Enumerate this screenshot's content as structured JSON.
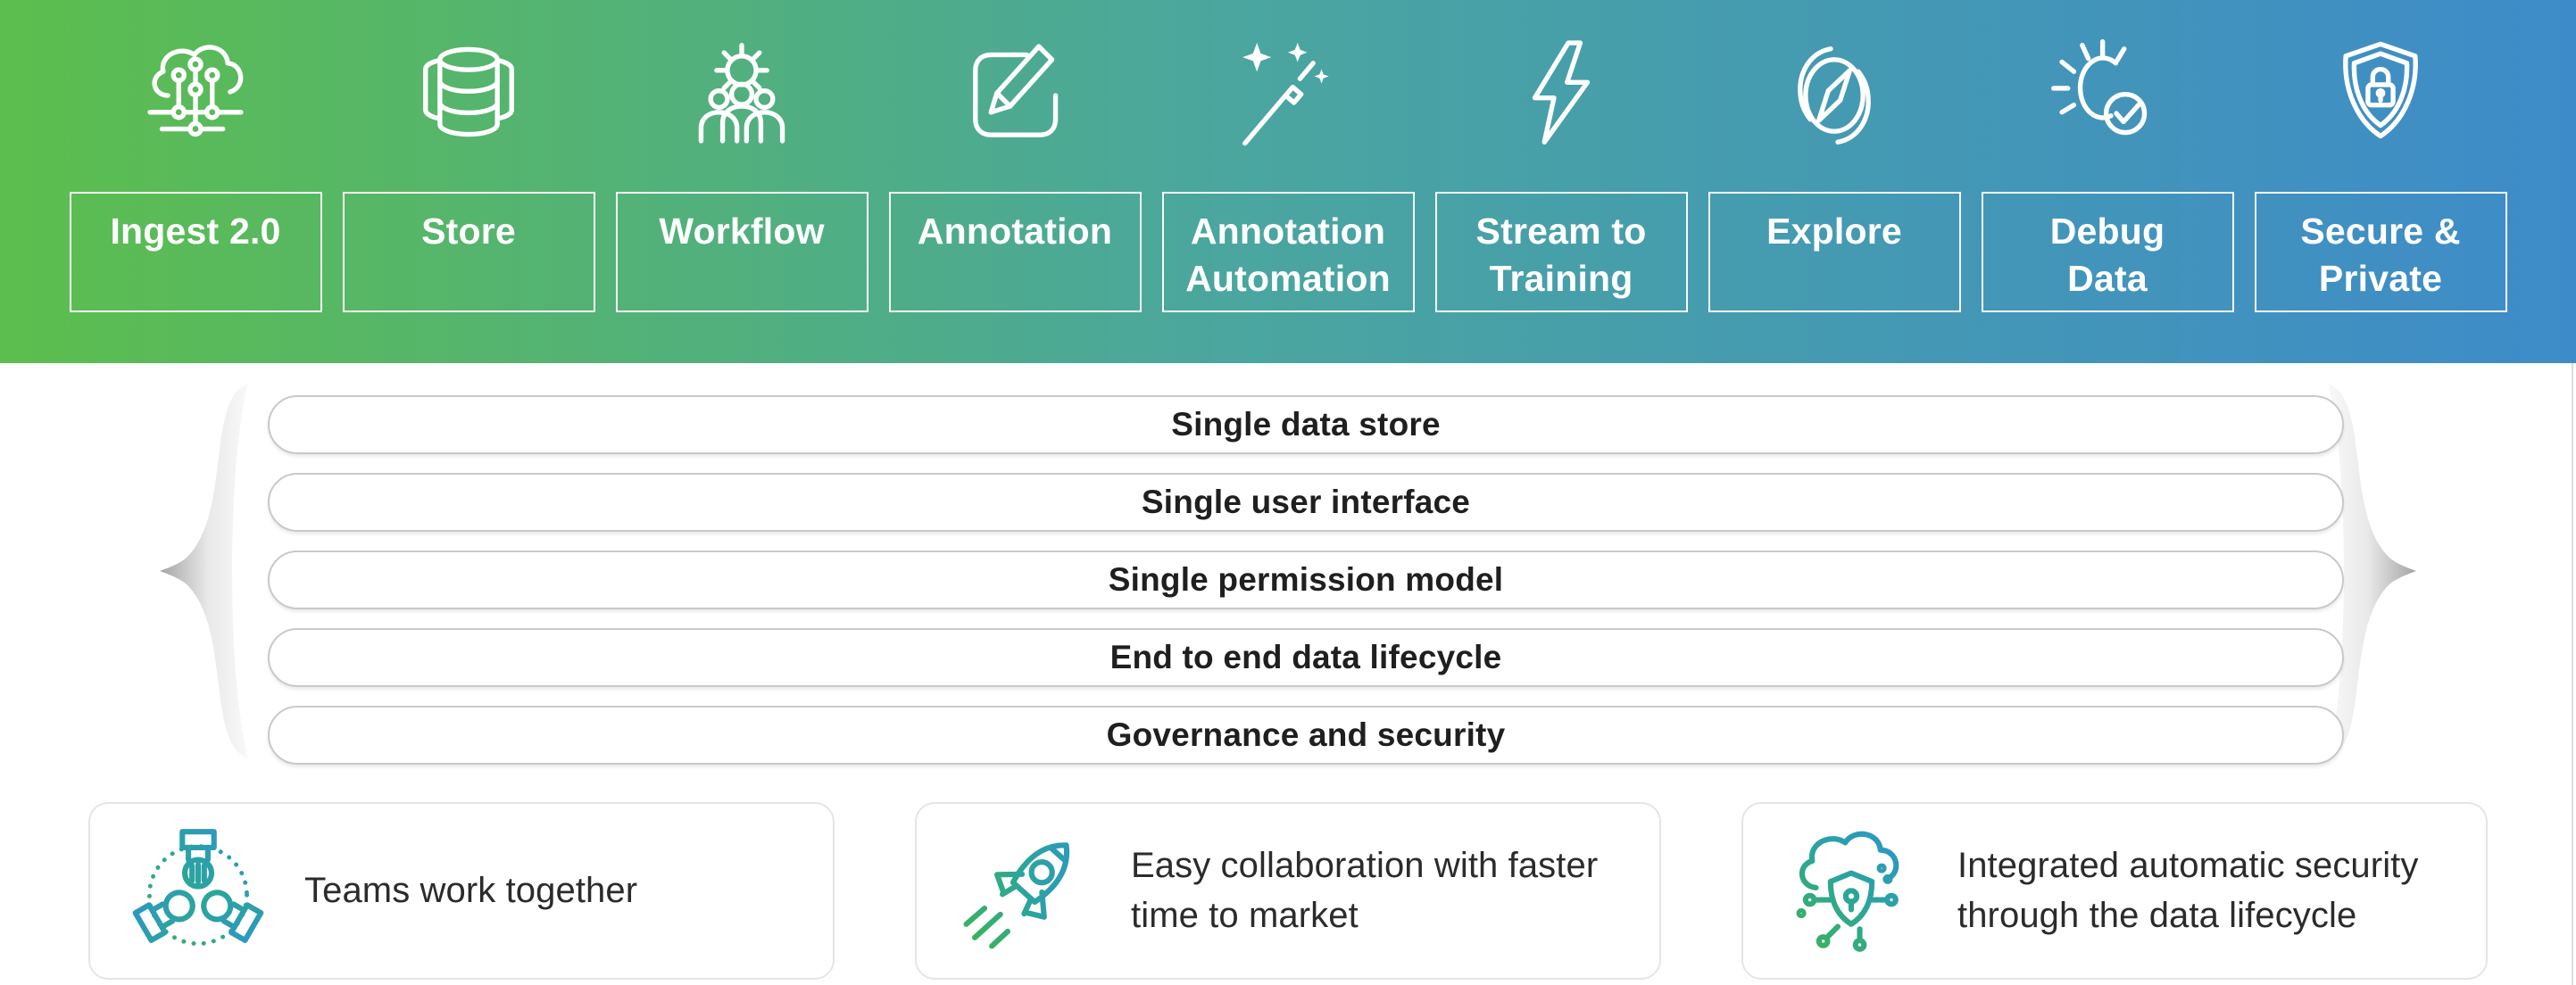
{
  "banner": {
    "gradient_from": "#5cbe4d",
    "gradient_mid": "#4aa69f",
    "gradient_to": "#3e8bc9",
    "items": [
      {
        "label": "Ingest 2.0",
        "icon": "cloud-circuit-icon"
      },
      {
        "label": "Store",
        "icon": "database-icon"
      },
      {
        "label": "Workflow",
        "icon": "gear-team-icon"
      },
      {
        "label": "Annotation",
        "icon": "edit-pencil-icon"
      },
      {
        "label": "Annotation\nAutomation",
        "icon": "magic-wand-icon"
      },
      {
        "label": "Stream to\nTraining",
        "icon": "lightning-bolt-icon"
      },
      {
        "label": "Explore",
        "icon": "compass-icon"
      },
      {
        "label": "Debug\nData",
        "icon": "bug-check-icon"
      },
      {
        "label": "Secure &\nPrivate",
        "icon": "shield-lock-icon"
      }
    ]
  },
  "pills": [
    "Single data store",
    "Single user interface",
    "Single permission model",
    "End to end data lifecycle",
    "Governance and security"
  ],
  "benefits": [
    {
      "label": "Teams work together",
      "icon": "hands-together-icon"
    },
    {
      "label": "Easy collaboration with faster time to market",
      "icon": "rocket-icon"
    },
    {
      "label": "Integrated automatic security through the data lifecycle",
      "icon": "cloud-security-icon"
    }
  ],
  "colors": {
    "icon_gradient_from": "#41b649",
    "icon_gradient_mid": "#2ba59b",
    "icon_gradient_to": "#2e90d8",
    "pill_border": "#c9c9c9",
    "pill_text": "#1f1f1f",
    "card_border": "#e5e5e5",
    "card_text": "#2b2b2b",
    "brace_gray": "#9b9b9b"
  }
}
